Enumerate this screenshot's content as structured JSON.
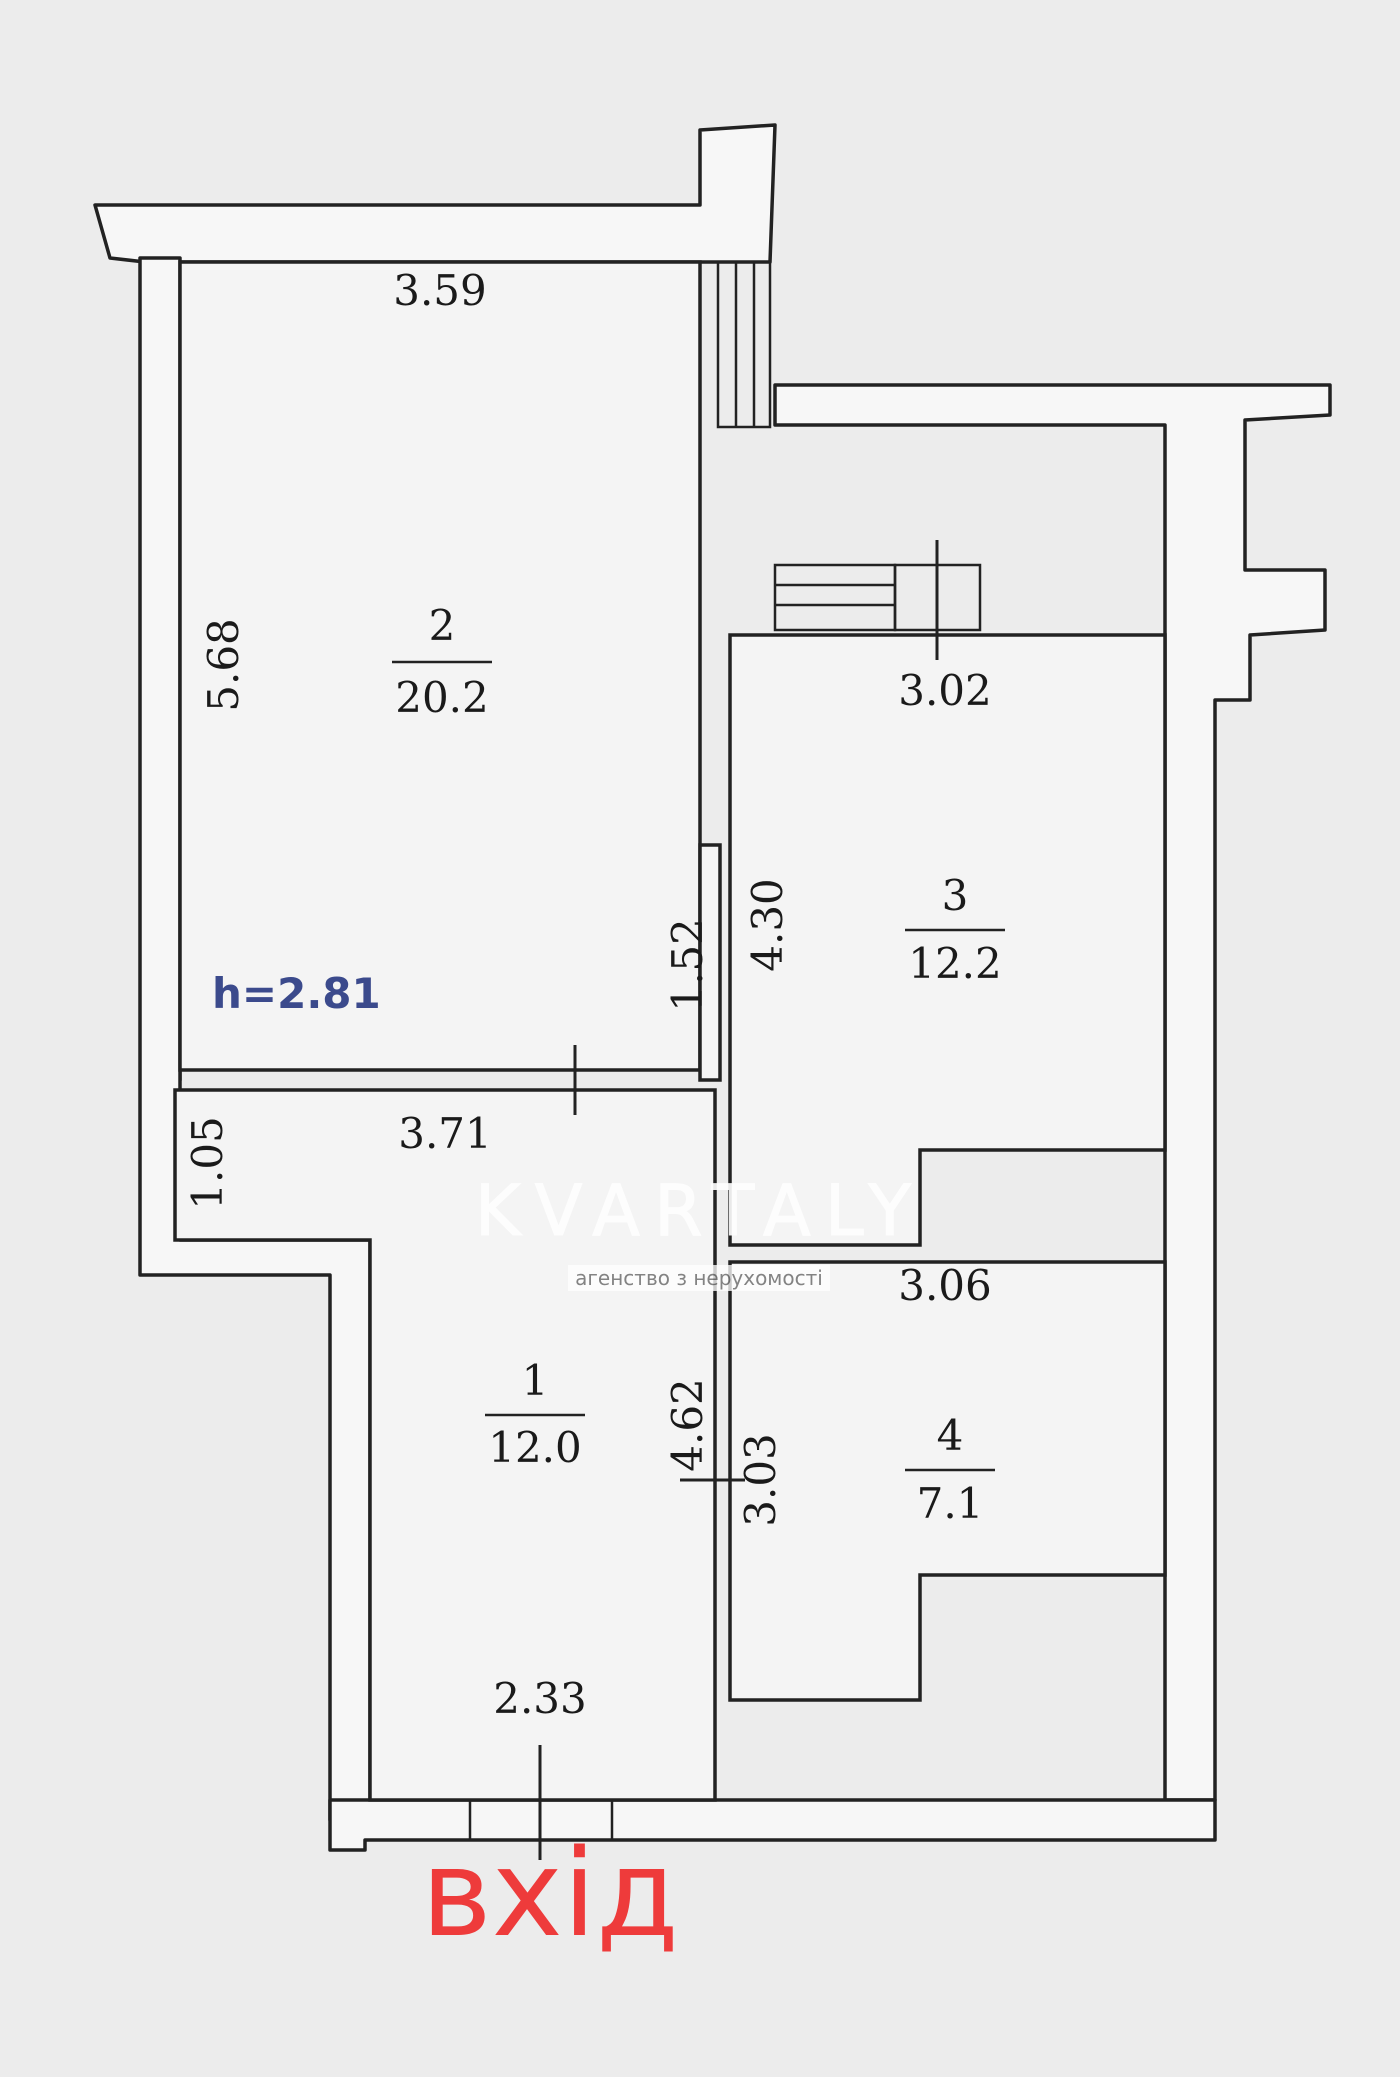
{
  "plan": {
    "ceiling_height": "h=2.81",
    "entrance_label": "вхід",
    "colors": {
      "background": "#ececec",
      "wall_line": "#222222",
      "height_note": "#3b4a8c",
      "entrance": "#ee3b3b",
      "watermark": "#ffffff"
    },
    "rooms": [
      {
        "number": "1",
        "area": "12.0"
      },
      {
        "number": "2",
        "area": "20.2"
      },
      {
        "number": "3",
        "area": "12.2"
      },
      {
        "number": "4",
        "area": "7.1"
      }
    ],
    "dimensions": {
      "room2_width": "3.59",
      "room2_length": "5.68",
      "room1_top": "3.71",
      "room1_notch": "1.05",
      "room1_bottom": "2.33",
      "room1_length": "4.62",
      "corridor": "1.52",
      "room3_width": "3.02",
      "room3_length": "4.30",
      "room4_width": "3.06",
      "room4_length": "3.03"
    }
  },
  "watermark": {
    "name": "KVARTALY",
    "tagline": "агенство з нерухомості"
  }
}
